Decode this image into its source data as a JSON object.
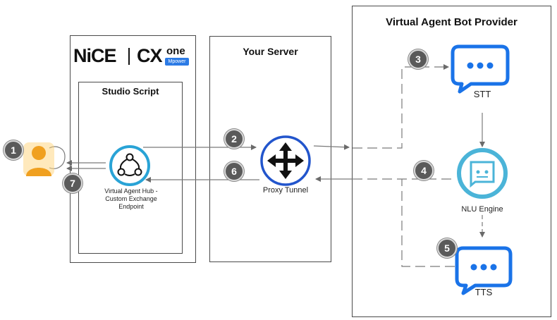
{
  "containers": {
    "cxone_box_title": "",
    "studio_script_title": "Studio Script",
    "your_server_title": "Your Server",
    "provider_title": "Virtual Agent Bot Provider"
  },
  "logo": {
    "nice": "NiCE",
    "cx": "CX",
    "one": "one",
    "mpower": "Mpower"
  },
  "nodes": {
    "hub_label_line1": "Virtual Agent Hub -",
    "hub_label_line2": "Custom Exchange",
    "hub_label_line3": "Endpoint",
    "proxy_label": "Proxy Tunnel",
    "stt_label": "STT",
    "nlu_label": "NLU Engine",
    "tts_label": "TTS"
  },
  "steps": [
    "1",
    "2",
    "3",
    "4",
    "5",
    "6",
    "7"
  ],
  "colors": {
    "chat_blue": "#1a73e8",
    "hub_teal": "#29a3d6",
    "nlu_teal": "#4bb4d8",
    "proxy_blue": "#2255cc",
    "person_orange": "#f0a020",
    "badge_gray": "#5a5a5a",
    "arrow_gray": "#6a6a6a"
  },
  "icons": {
    "person": "person-icon",
    "hub": "hub-network-icon",
    "proxy": "move-arrows-icon",
    "stt": "chat-bubble-icon",
    "nlu": "nlu-chat-icon",
    "tts": "chat-bubble-icon"
  }
}
